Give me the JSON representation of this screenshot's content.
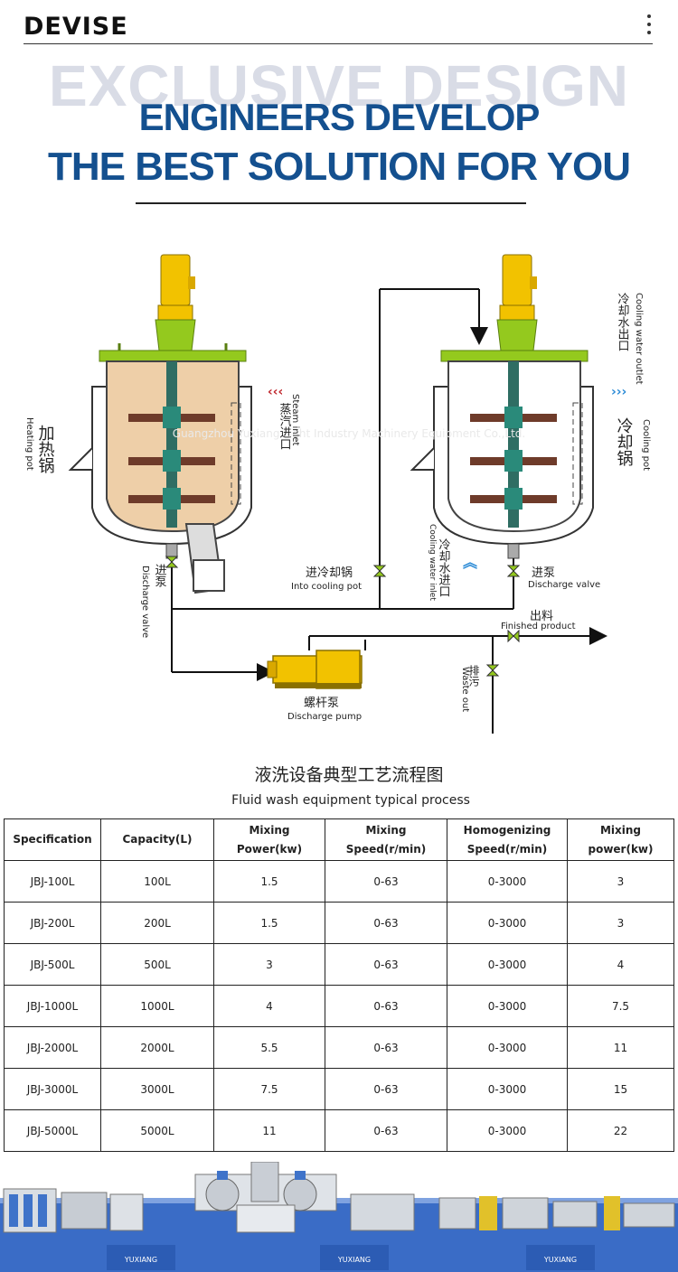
{
  "header": {
    "brand": "DEVISE",
    "menu_icon": "more-vertical-icon"
  },
  "hero": {
    "background_title": "EXCLUSIVE DESIGN",
    "line1": "ENGINEERS DEVELOP",
    "line2": "THE BEST SOLUTION FOR YOU",
    "color_accent": "#14508f"
  },
  "diagram": {
    "heating_cn": "加热锅",
    "heating_en": "Heating pot",
    "steam_cn": "蒸汽进口",
    "steam_en": "Steam inlet",
    "cooling_outlet_cn": "冷却水出口",
    "cooling_outlet_en": "Cooling water outlet",
    "cooling_pot_cn": "冷却锅",
    "cooling_pot_en": "Cooling pot",
    "cooling_inlet_cn": "冷却水进口",
    "cooling_inlet_en": "Cooling water inlet",
    "into_cooling_cn": "进冷却锅",
    "into_cooling_en": "Into cooling pot",
    "pump_in_cn": "进泵",
    "discharge_valve_en": "Discharge valve",
    "finished_cn": "出料",
    "finished_en": "Finished product",
    "waste_cn": "排污",
    "waste_en": "Waste out",
    "pump_cn": "螺杆泵",
    "pump_en": "Discharge pump",
    "watermark": "Guangzhou Yuxiang Light Industry Machinery Equipment Co.,Ltd.",
    "caption_cn": "液洗设备典型工艺流程图",
    "caption_en": "Fluid wash equipment typical process"
  },
  "table": {
    "headers": [
      [
        "Specification",
        ""
      ],
      [
        "Capacity(L)",
        ""
      ],
      [
        "Mixing",
        "Power(kw)"
      ],
      [
        "Mixing",
        "Speed(r/min)"
      ],
      [
        "Homogenizing",
        "Speed(r/min)"
      ],
      [
        "Mixing",
        "power(kw)"
      ]
    ],
    "rows": [
      [
        "JBJ-100L",
        "100L",
        "1.5",
        "0-63",
        "0-3000",
        "3"
      ],
      [
        "JBJ-200L",
        "200L",
        "1.5",
        "0-63",
        "0-3000",
        "3"
      ],
      [
        "JBJ-500L",
        "500L",
        "3",
        "0-63",
        "0-3000",
        "4"
      ],
      [
        "JBJ-1000L",
        "1000L",
        "4",
        "0-63",
        "0-3000",
        "7.5"
      ],
      [
        "JBJ-2000L",
        "2000L",
        "5.5",
        "0-63",
        "0-3000",
        "11"
      ],
      [
        "JBJ-3000L",
        "3000L",
        "7.5",
        "0-63",
        "0-3000",
        "15"
      ],
      [
        "JBJ-5000L",
        "5000L",
        "11",
        "0-63",
        "0-3000",
        "22"
      ]
    ]
  },
  "footer": {
    "brand_label": "YUXIANG",
    "floor_color": "#3a6cc6"
  }
}
